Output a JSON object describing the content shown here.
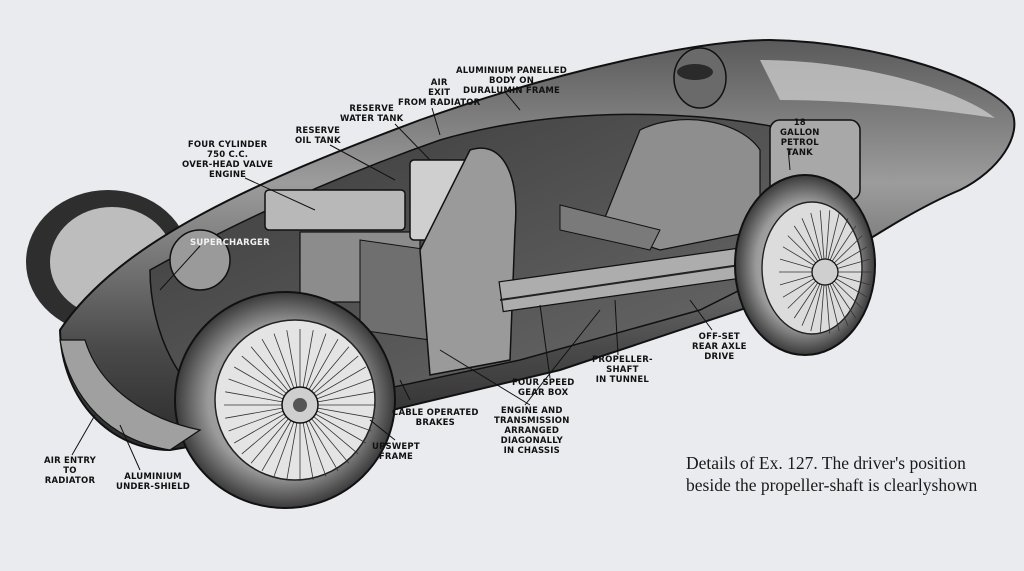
{
  "labels": {
    "aluminium_body": [
      "ALUMINIUM PANELLED",
      "BODY ON",
      "DURALUMIN FRAME"
    ],
    "air_exit": [
      "AIR",
      "EXIT",
      "FROM RADIATOR"
    ],
    "reserve_water": [
      "RESERVE",
      "WATER TANK"
    ],
    "reserve_oil": [
      "RESERVE",
      "OIL TANK"
    ],
    "engine": [
      "FOUR CYLINDER",
      "750 C.C.",
      "OVER-HEAD VALVE",
      "ENGINE"
    ],
    "petrol_tank": [
      "18",
      "GALLON",
      "PETROL",
      "TANK"
    ],
    "supercharger": [
      "SUPERCHARGER"
    ],
    "offset_axle": [
      "OFF-SET",
      "REAR AXLE",
      "DRIVE"
    ],
    "propeller_shaft": [
      "PROPELLER-",
      "SHAFT",
      "IN TUNNEL"
    ],
    "gear_box": [
      "FOUR SPEED",
      "GEAR BOX"
    ],
    "transmission": [
      "ENGINE AND",
      "TRANSMISSION",
      "ARRANGED",
      "DIAGONALLY",
      "IN CHASSIS"
    ],
    "brakes": [
      "CABLE OPERATED",
      "BRAKES"
    ],
    "upswept_frame": [
      "UPSWEPT",
      "FRAME"
    ],
    "air_entry": [
      "AIR ENTRY",
      "TO",
      "RADIATOR"
    ],
    "under_shield": [
      "ALUMINIUM",
      "UNDER-SHIELD"
    ]
  },
  "caption": {
    "line1": "Details of Ex. 127.  The driver's position",
    "line2": "beside the propeller-shaft is clearlyshown"
  }
}
